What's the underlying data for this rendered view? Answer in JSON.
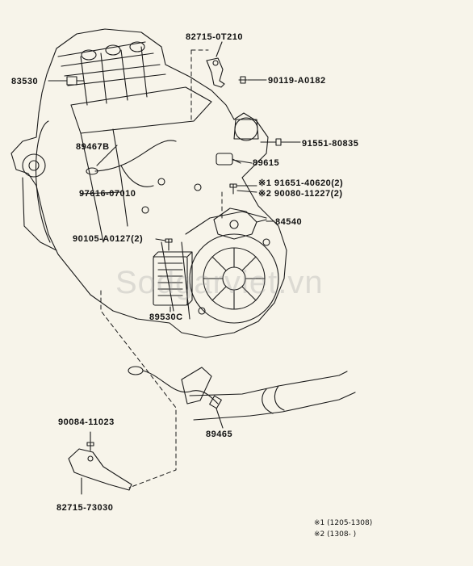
{
  "parts": {
    "p_82715_0T210": "82715-0T210",
    "p_83530": "83530",
    "p_90119": "90119-A0182",
    "p_91551": "91551-80835",
    "p_89467B": "89467B",
    "p_89615": "89615",
    "p_97616": "97616-07010",
    "p_91651": "※1 91651-40620(2)",
    "p_90080": "※2 90080-11227(2)",
    "p_84540": "84540",
    "p_90105": "90105-A0127(2)",
    "p_89530C": "89530C",
    "p_90084": "90084-11023",
    "p_89465": "89465",
    "p_82715_73030": "82715-73030"
  },
  "notes": {
    "n1": "※1 (1205-1308)",
    "n2": "※2 (1308-      )"
  },
  "watermark": "Sodgarviet.vn",
  "colors": {
    "line": "#1a1a1a",
    "background": "#f7f4ea"
  }
}
